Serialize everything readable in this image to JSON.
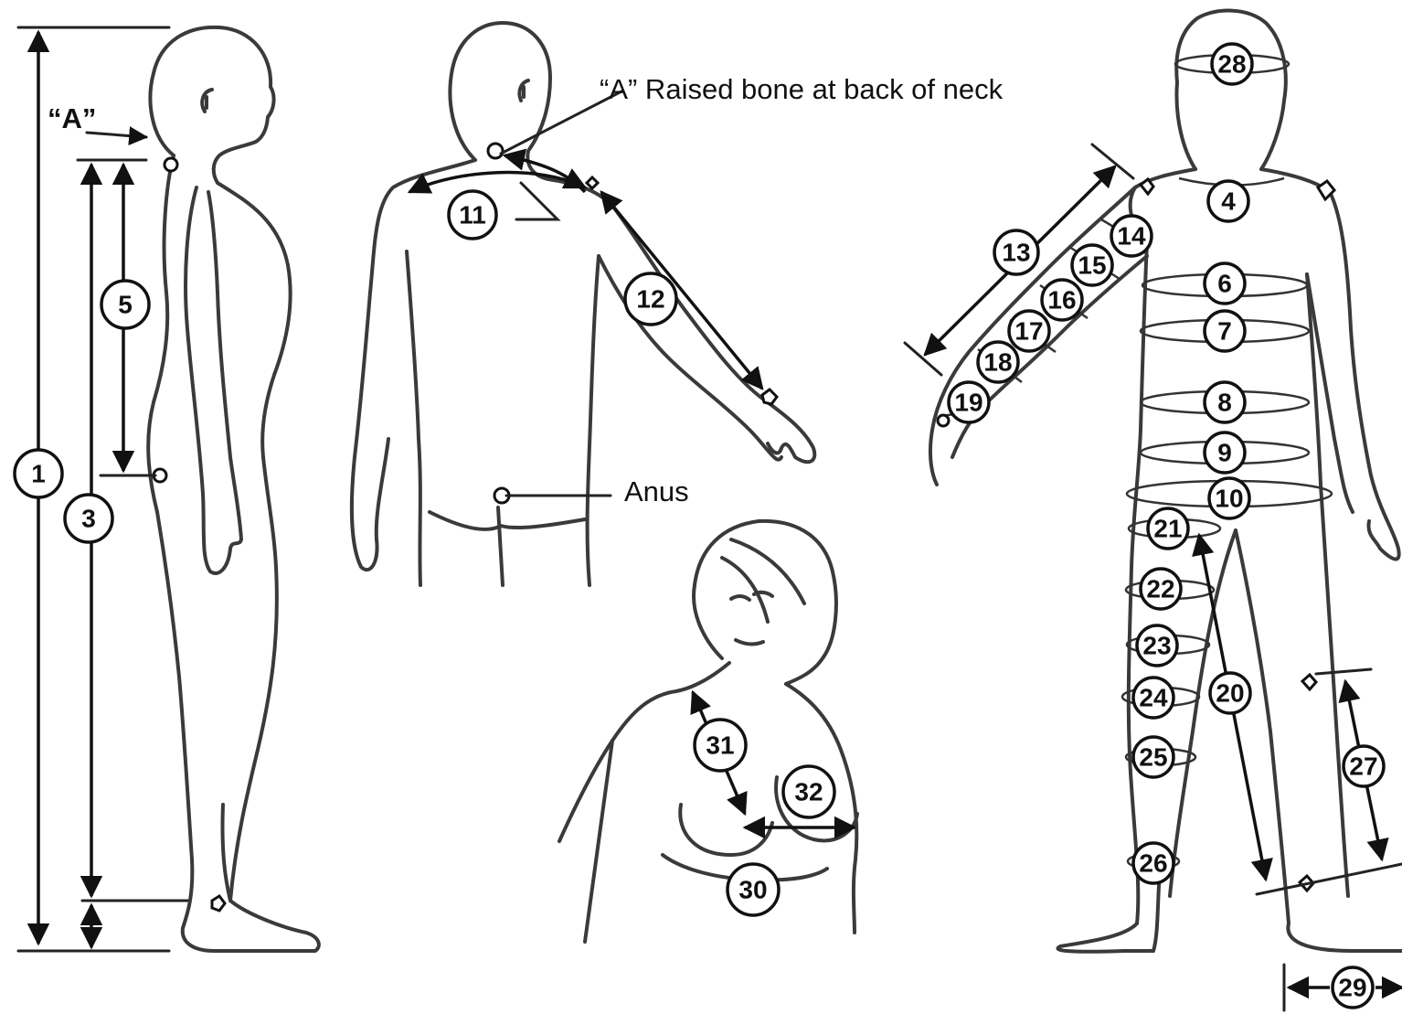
{
  "labels": {
    "point_a_side": "“A”",
    "point_a_desc": "“A” Raised bone at back of neck",
    "anus": "Anus"
  },
  "measurements": [
    "1",
    "3",
    "4",
    "5",
    "6",
    "7",
    "8",
    "9",
    "10",
    "11",
    "12",
    "13",
    "14",
    "15",
    "16",
    "17",
    "18",
    "19",
    "20",
    "21",
    "22",
    "23",
    "24",
    "25",
    "26",
    "27",
    "28",
    "29",
    "30",
    "31",
    "32"
  ]
}
